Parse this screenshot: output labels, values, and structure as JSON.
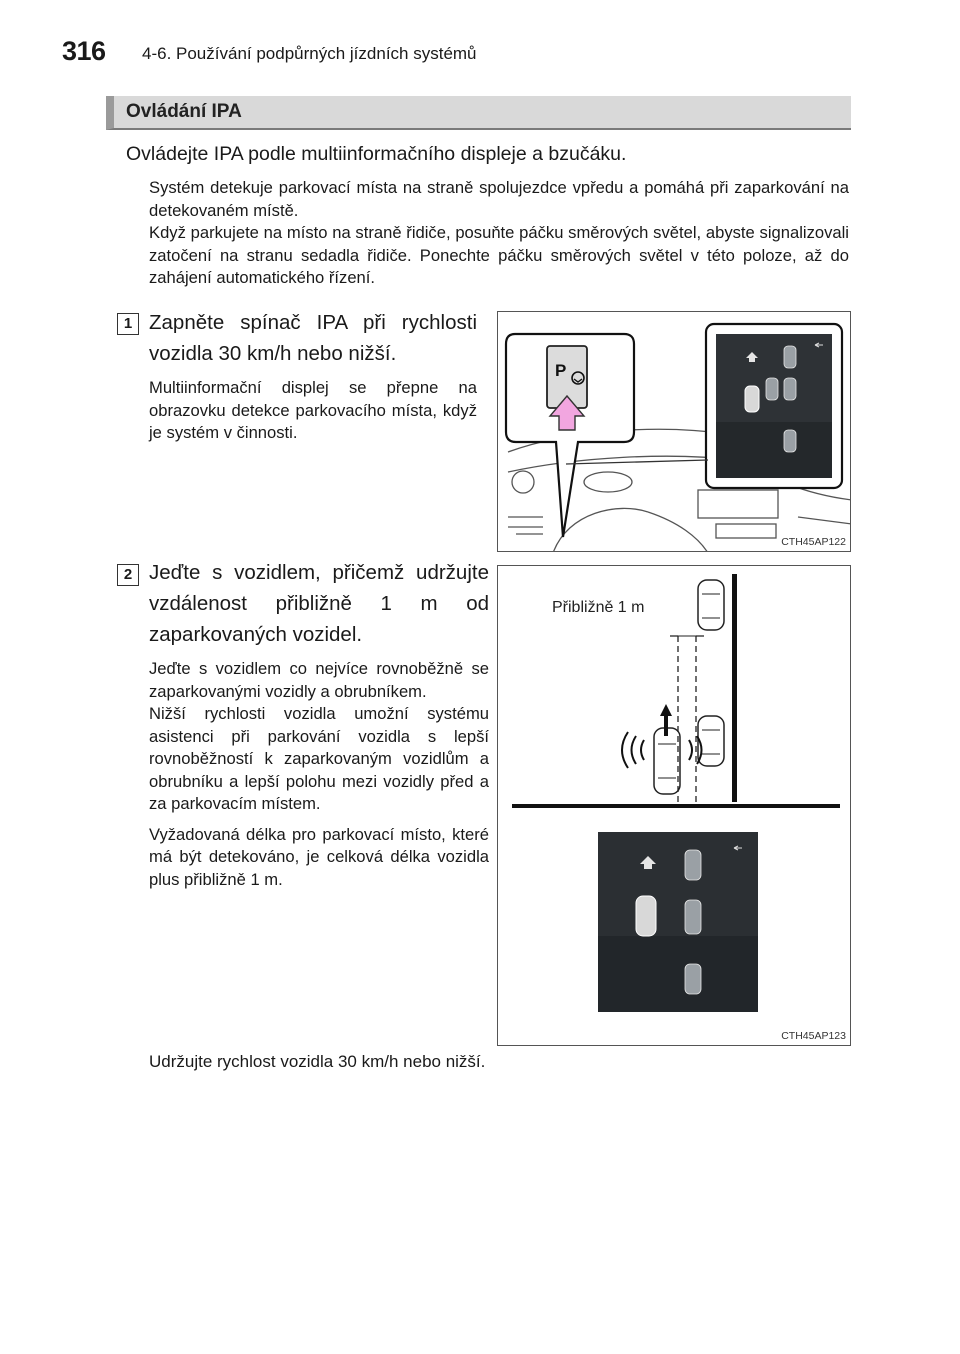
{
  "header": {
    "page_number": "316",
    "chapter": "4-6. Používání podpůrných jízdních systémů"
  },
  "section": {
    "title": "Ovládání IPA",
    "lead": "Ovládejte IPA podle multiinformačního displeje a bzučáku.",
    "intro_paragraphs": [
      "Systém detekuje parkovací místa na straně spolujezdce vpředu a pomáhá při zaparkování na detekovaném místě.",
      "Když parkujete na místo na straně řidiče, posuňte páčku směrových světel, abyste signalizovali zatočení na stranu sedadla řidiče. Ponechte páčku směrových světel v této poloze, až do zahájení automatického řízení."
    ]
  },
  "steps": [
    {
      "number": "1",
      "title": "Zapněte spínač IPA při rychlosti vozidla 30 km/h nebo nižší.",
      "notes": [
        "Multiinformační displej se přepne na obrazovku detekce parkovacího místa, když je systém v činnosti."
      ],
      "figure_code": "CTH45AP122",
      "button_label": "P"
    },
    {
      "number": "2",
      "title": "Jeďte s vozidlem, přičemž udržujte vzdálenost přibližně 1 m od zaparkovaných vozidel.",
      "notes": [
        "Jeďte s vozidlem co nejvíce rovnoběžně se zaparkovanými vozidly a obrubníkem.",
        "Nižší rychlosti vozidla umožní systému asistenci při parkování vozidla s lepší rovnoběžností k zaparkovaným vozidlům a obrubníku a lepší polohu mezi vozidly před a za parkovacím místem.",
        "Vyžadovaná délka pro parkovací místo, které má být detekováno, je celková délka vozidla plus přibližně 1 m."
      ],
      "figure_code": "CTH45AP123",
      "distance_label": "Přibližně 1 m",
      "closing": "Udržujte rychlost vozidla 30 km/h nebo nižší."
    }
  ],
  "colors": {
    "section_bar": "#d9d9d9",
    "section_accent": "#9a9a9a",
    "arrow_pink": "#f2a6e0",
    "display_dark": "#2b2f33"
  },
  "icons": [
    "ipa-switch-icon",
    "back-arrow-icon",
    "vehicle-icon",
    "sound-wave-icon",
    "up-arrow-icon"
  ]
}
